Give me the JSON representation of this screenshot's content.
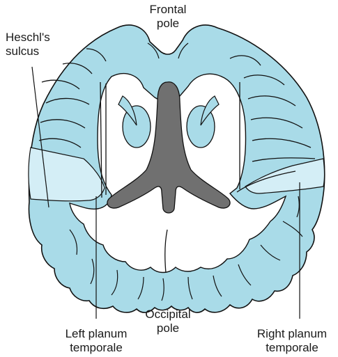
{
  "labels": {
    "frontal_pole": {
      "line1": "Frontal",
      "line2": "pole"
    },
    "occipital_pole": {
      "line1": "Occipital",
      "line2": "pole"
    },
    "heschls_sulcus": {
      "line1": "Heschl's",
      "line2": "sulcus"
    },
    "left_planum": {
      "line1": "Left planum",
      "line2": "temporale"
    },
    "right_planum": {
      "line1": "Right planum",
      "line2": "temporale"
    }
  },
  "colors": {
    "cortex": "#a9dbe8",
    "planum_temporale": "#d4eef6",
    "white_matter": "#ffffff",
    "ventricle": "#707070",
    "outline": "#111111"
  }
}
